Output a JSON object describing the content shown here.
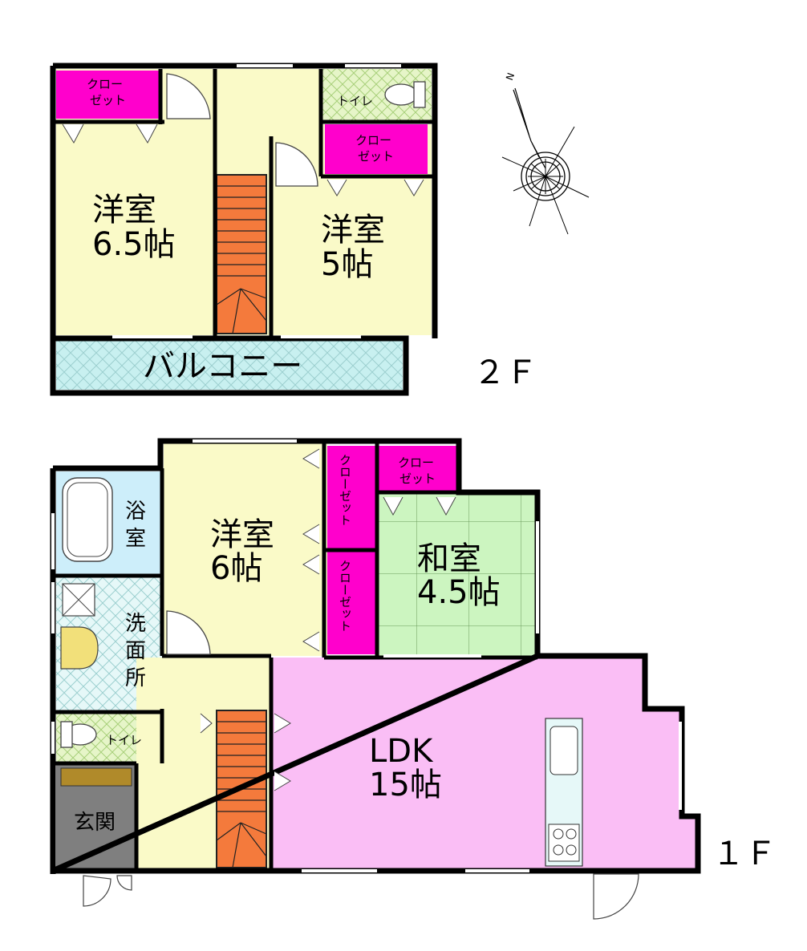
{
  "floor2": {
    "label": "２Ｆ",
    "room_west": {
      "name": "洋室",
      "size": "6.5帖"
    },
    "room_east": {
      "name": "洋室",
      "size": "5帖"
    },
    "closet_west": {
      "line1": "クロー",
      "line2": "ゼット"
    },
    "closet_east": {
      "line1": "クロー",
      "line2": "ゼット"
    },
    "toilet": "トイレ",
    "balcony": "バルコニー"
  },
  "floor1": {
    "label": "１Ｆ",
    "room_western": {
      "name": "洋室",
      "size": "6帖"
    },
    "room_japanese": {
      "name": "和室",
      "size": "4.5帖"
    },
    "ldk": {
      "name": "LDK",
      "size": "15帖"
    },
    "closet_japanese": {
      "line1": "クロー",
      "line2": "ゼット"
    },
    "closet_upper": "クローゼット",
    "closet_lower": "クローゼット",
    "bath": {
      "c1": "浴",
      "c2": "室"
    },
    "washroom": {
      "c1": "洗",
      "c2": "面",
      "c3": "所"
    },
    "toilet": "トイレ",
    "entrance": "玄関"
  },
  "compass": {
    "north": "N"
  },
  "colors": {
    "room": "#FAFAC8",
    "closet": "#FF00CC",
    "toilet": "#E6F5C8",
    "balcony": "#C8F0F0",
    "bath": "#CDEEFA",
    "washroom": "#E6F8F8",
    "japanese": "#CCF5C0",
    "ldk": "#FABEF5",
    "stairs": "#F47A3C",
    "entrance": "#7F7F7F",
    "wall": "#000000"
  }
}
